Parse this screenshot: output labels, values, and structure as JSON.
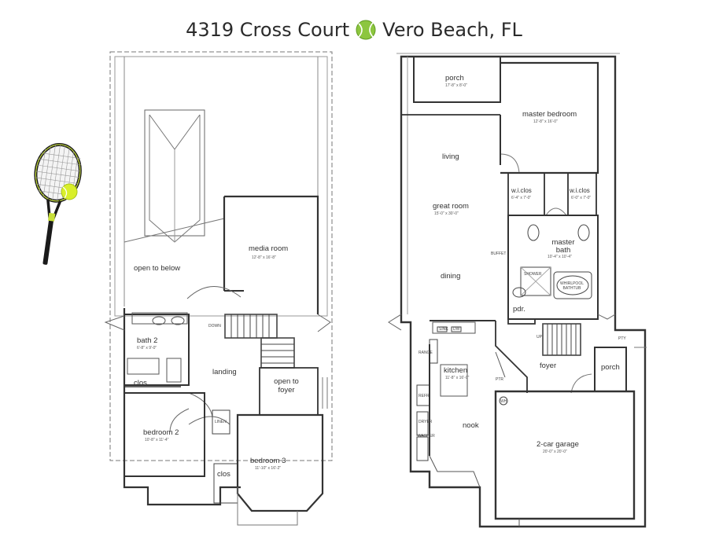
{
  "header": {
    "title_left": "4319 Cross Court",
    "title_right": "Vero Beach, FL",
    "ball_icon": "tennis-ball-icon"
  },
  "upper_floor": {
    "rooms": {
      "open_to_below": "open to below",
      "media_room": "media room",
      "media_room_dim": "12'-8\" x 16'-8\"",
      "bath2": "bath 2",
      "bath2_dim": "6'-8\" x 9'-0\"",
      "down": "DOWN",
      "landing": "landing",
      "clos1": "clos",
      "open_to_foyer": "open to foyer",
      "bedroom2": "bedroom 2",
      "bedroom2_dim": "10'-8\" x 11'-4\"",
      "linen": "LINEN",
      "clos2": "clos",
      "bedroom3": "bedroom 3",
      "bedroom3_dim": "11'-10\" x 16'-2\""
    }
  },
  "main_floor": {
    "rooms": {
      "porch_top": "porch",
      "porch_top_dim": "17'-8\" x 8'-0\"",
      "master_bedroom": "master bedroom",
      "master_bedroom_dim": "12'-8\" x 16'-0\"",
      "living": "living",
      "wic1": "w.i.clos",
      "wic1_dim": "6'-4\" x 7'-0\"",
      "wic2": "w.i.clos",
      "wic2_dim": "6'-0\" x 7'-0\"",
      "great_room": "great room",
      "great_room_dim": "15'-0\" x 30'-0\"",
      "master_bath": "master bath",
      "master_bath_dim": "10'-4\" x 10'-4\"",
      "buffet": "BUFFET",
      "dining": "dining",
      "shower": "SHOWER",
      "whirlpool": "WHIRLPOOL BATHTUB",
      "pdr": "pdr.",
      "sink": "SINK",
      "dw": "DW",
      "up": "UP",
      "range": "RANGE",
      "kitchen": "kitchen",
      "kitchen_dim": "11'-8\" x 16'-0\"",
      "pantry": "PTR",
      "foyer": "foyer",
      "porch_side": "porch",
      "refr": "REFR",
      "wh": "WH",
      "dryer": "DRYER",
      "nook": "nook",
      "washer": "WASHER",
      "garage": "2-car garage",
      "garage_dim": "20'-0\" x 20'-0\"",
      "pty": "PTY"
    }
  }
}
